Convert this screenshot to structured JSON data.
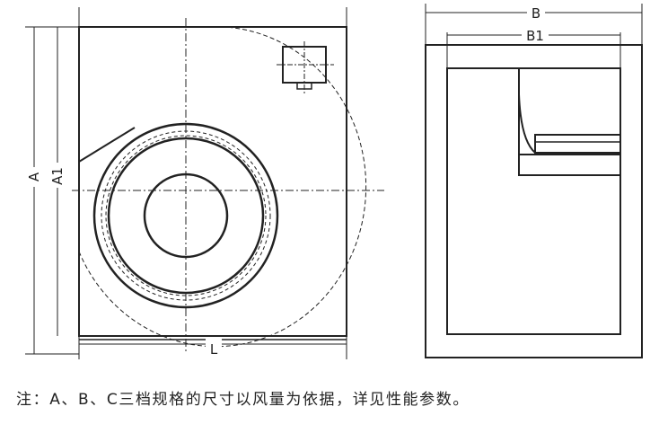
{
  "labels": {
    "dim_a": "A",
    "dim_a1": "A1",
    "dim_l": "L",
    "dim_b": "B",
    "dim_b1": "B1"
  },
  "note": "注：A、B、C三档规格的尺寸以风量为依据，详见性能参数。"
}
